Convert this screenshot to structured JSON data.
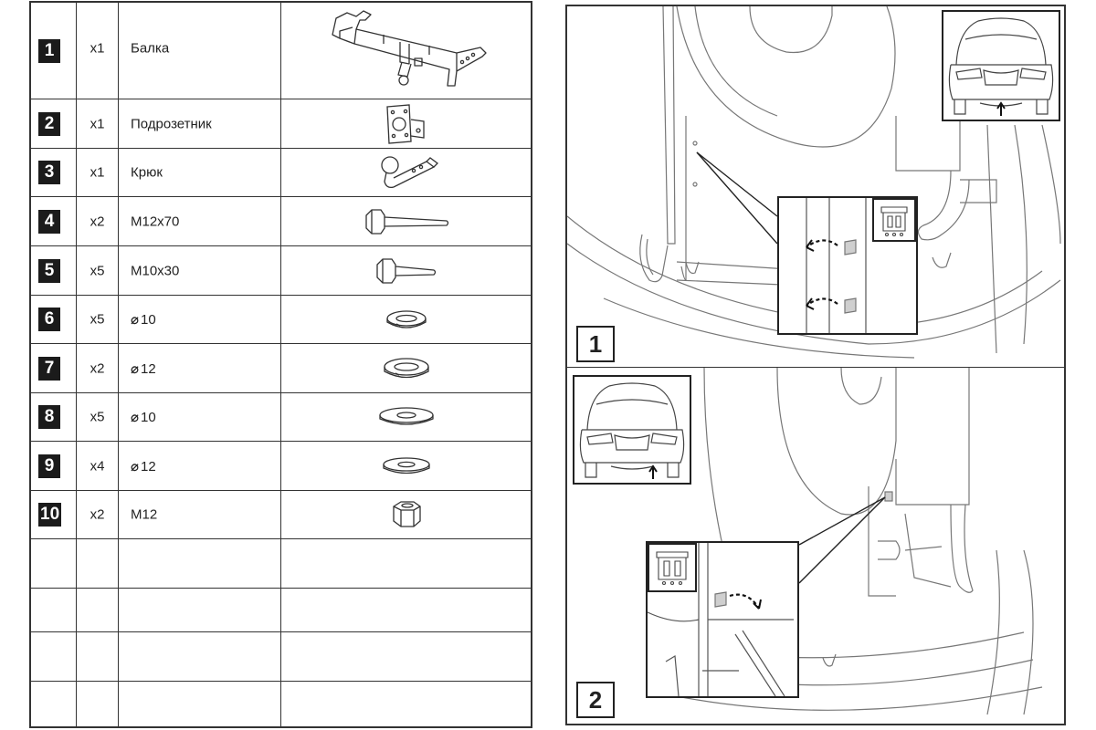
{
  "parts": [
    {
      "num": "1",
      "qty": "x1",
      "name": "Балка",
      "dia": "",
      "icon": "towbar-beam-icon"
    },
    {
      "num": "2",
      "qty": "x1",
      "name": "Подрозетник",
      "dia": "",
      "icon": "socket-bracket-icon"
    },
    {
      "num": "3",
      "qty": "x1",
      "name": "Крюк",
      "dia": "",
      "icon": "tow-ball-hook-icon"
    },
    {
      "num": "4",
      "qty": "x2",
      "name": "М12х70",
      "dia": "",
      "icon": "bolt-long-icon"
    },
    {
      "num": "5",
      "qty": "x5",
      "name": "М10х30",
      "dia": "",
      "icon": "bolt-short-icon"
    },
    {
      "num": "6",
      "qty": "x5",
      "name": "10",
      "dia": "⌀",
      "icon": "spring-washer-icon"
    },
    {
      "num": "7",
      "qty": "x2",
      "name": "12",
      "dia": "⌀",
      "icon": "spring-washer-icon"
    },
    {
      "num": "8",
      "qty": "x5",
      "name": "10",
      "dia": "⌀",
      "icon": "flat-washer-icon"
    },
    {
      "num": "9",
      "qty": "x4",
      "name": "12",
      "dia": "⌀",
      "icon": "flat-washer-icon"
    },
    {
      "num": "10",
      "qty": "x2",
      "name": "М12",
      "dia": "",
      "icon": "hex-nut-icon"
    }
  ],
  "steps": [
    {
      "label": "1"
    },
    {
      "label": "2"
    }
  ]
}
